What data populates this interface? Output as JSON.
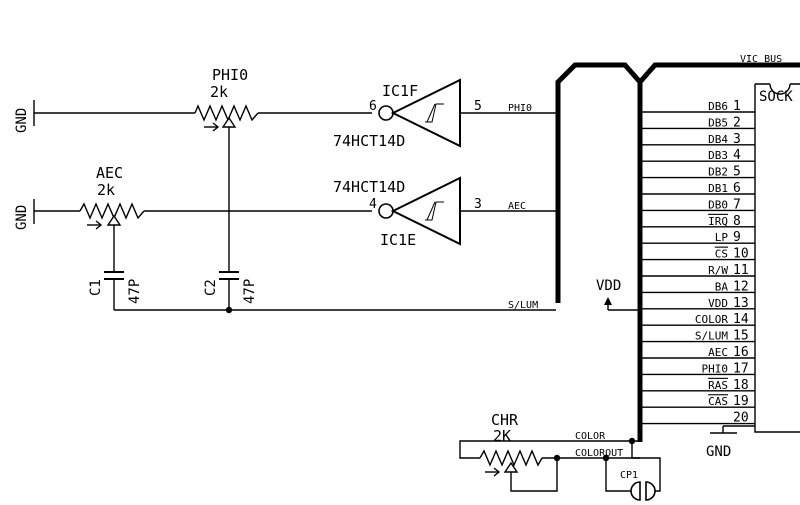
{
  "bus": {
    "label": "VIC BUS",
    "socket_label": "SOCK"
  },
  "gnd_labels": {
    "phi0_pot": "GND",
    "aec_pot": "GND",
    "pin20": "GND"
  },
  "vdd_label": "VDD",
  "potentiometers": [
    {
      "ref": "PHI0",
      "value": "2k"
    },
    {
      "ref": "AEC",
      "value": "2k"
    },
    {
      "ref": "CHR",
      "value": "2K"
    }
  ],
  "inverters": [
    {
      "ref": "IC1F",
      "part": "74HCT14D",
      "in_pin": "6",
      "out_pin": "5",
      "net": "PHI0"
    },
    {
      "ref": "IC1E",
      "part": "74HCT14D",
      "in_pin": "4",
      "out_pin": "3",
      "net": "AEC"
    }
  ],
  "capacitors": [
    {
      "ref": "C1",
      "value": "47P"
    },
    {
      "ref": "C2",
      "value": "47P"
    }
  ],
  "nets": {
    "slum": "S/LUM",
    "color": "COLOR",
    "colorout": "COLOROUT"
  },
  "cp1_label": "CP1",
  "socket_pins": [
    {
      "num": "1",
      "name": "DB6"
    },
    {
      "num": "2",
      "name": "DB5"
    },
    {
      "num": "3",
      "name": "DB4"
    },
    {
      "num": "4",
      "name": "DB3"
    },
    {
      "num": "5",
      "name": "DB2"
    },
    {
      "num": "6",
      "name": "DB1"
    },
    {
      "num": "7",
      "name": "DB0"
    },
    {
      "num": "8",
      "name": "IRQ"
    },
    {
      "num": "9",
      "name": "LP"
    },
    {
      "num": "10",
      "name": "CS"
    },
    {
      "num": "11",
      "name": "R/W"
    },
    {
      "num": "12",
      "name": "BA"
    },
    {
      "num": "13",
      "name": "VDD"
    },
    {
      "num": "14",
      "name": "COLOR"
    },
    {
      "num": "15",
      "name": "S/LUM"
    },
    {
      "num": "16",
      "name": "AEC"
    },
    {
      "num": "17",
      "name": "PHI0"
    },
    {
      "num": "18",
      "name": "RAS"
    },
    {
      "num": "19",
      "name": "CAS"
    },
    {
      "num": "20",
      "name": ""
    }
  ]
}
